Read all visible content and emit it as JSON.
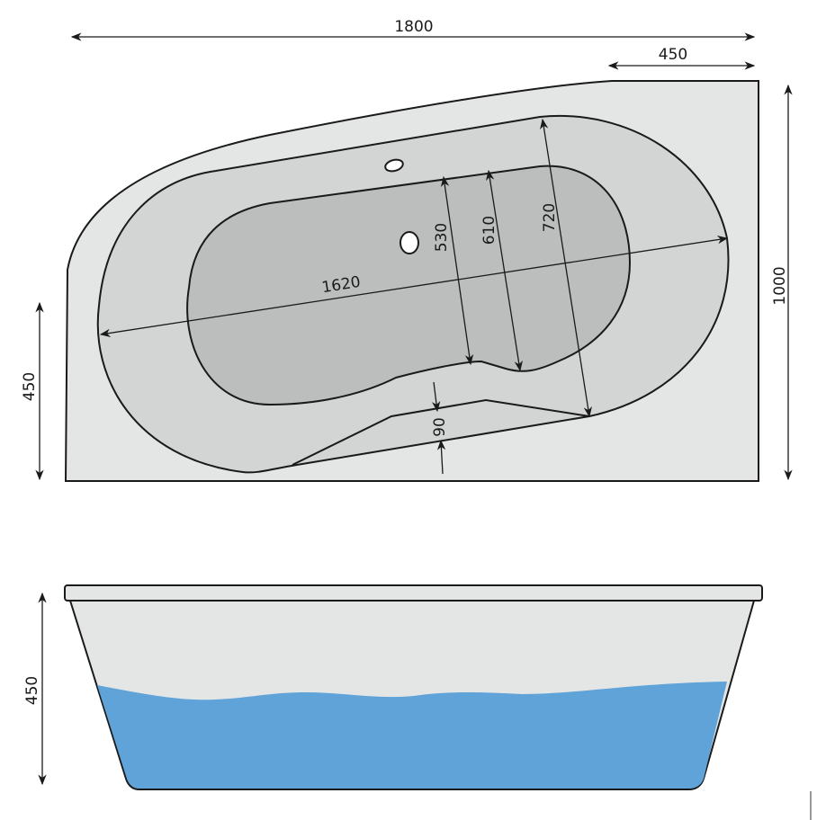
{
  "top_view": {
    "overall_length": "1800",
    "corner_offset": "450",
    "overall_width": "1000",
    "side_height": "450",
    "basin_length": "1620",
    "width_530": "530",
    "width_610": "610",
    "width_720": "720",
    "step_depth": "90"
  },
  "side_view": {
    "height": "450"
  },
  "colors": {
    "deck": "#e4e5e5",
    "basin_outer": "#d3d4d4",
    "basin_inner": "#bcbdbd",
    "water": "#5fa3d8",
    "line": "#1a1a1a"
  }
}
